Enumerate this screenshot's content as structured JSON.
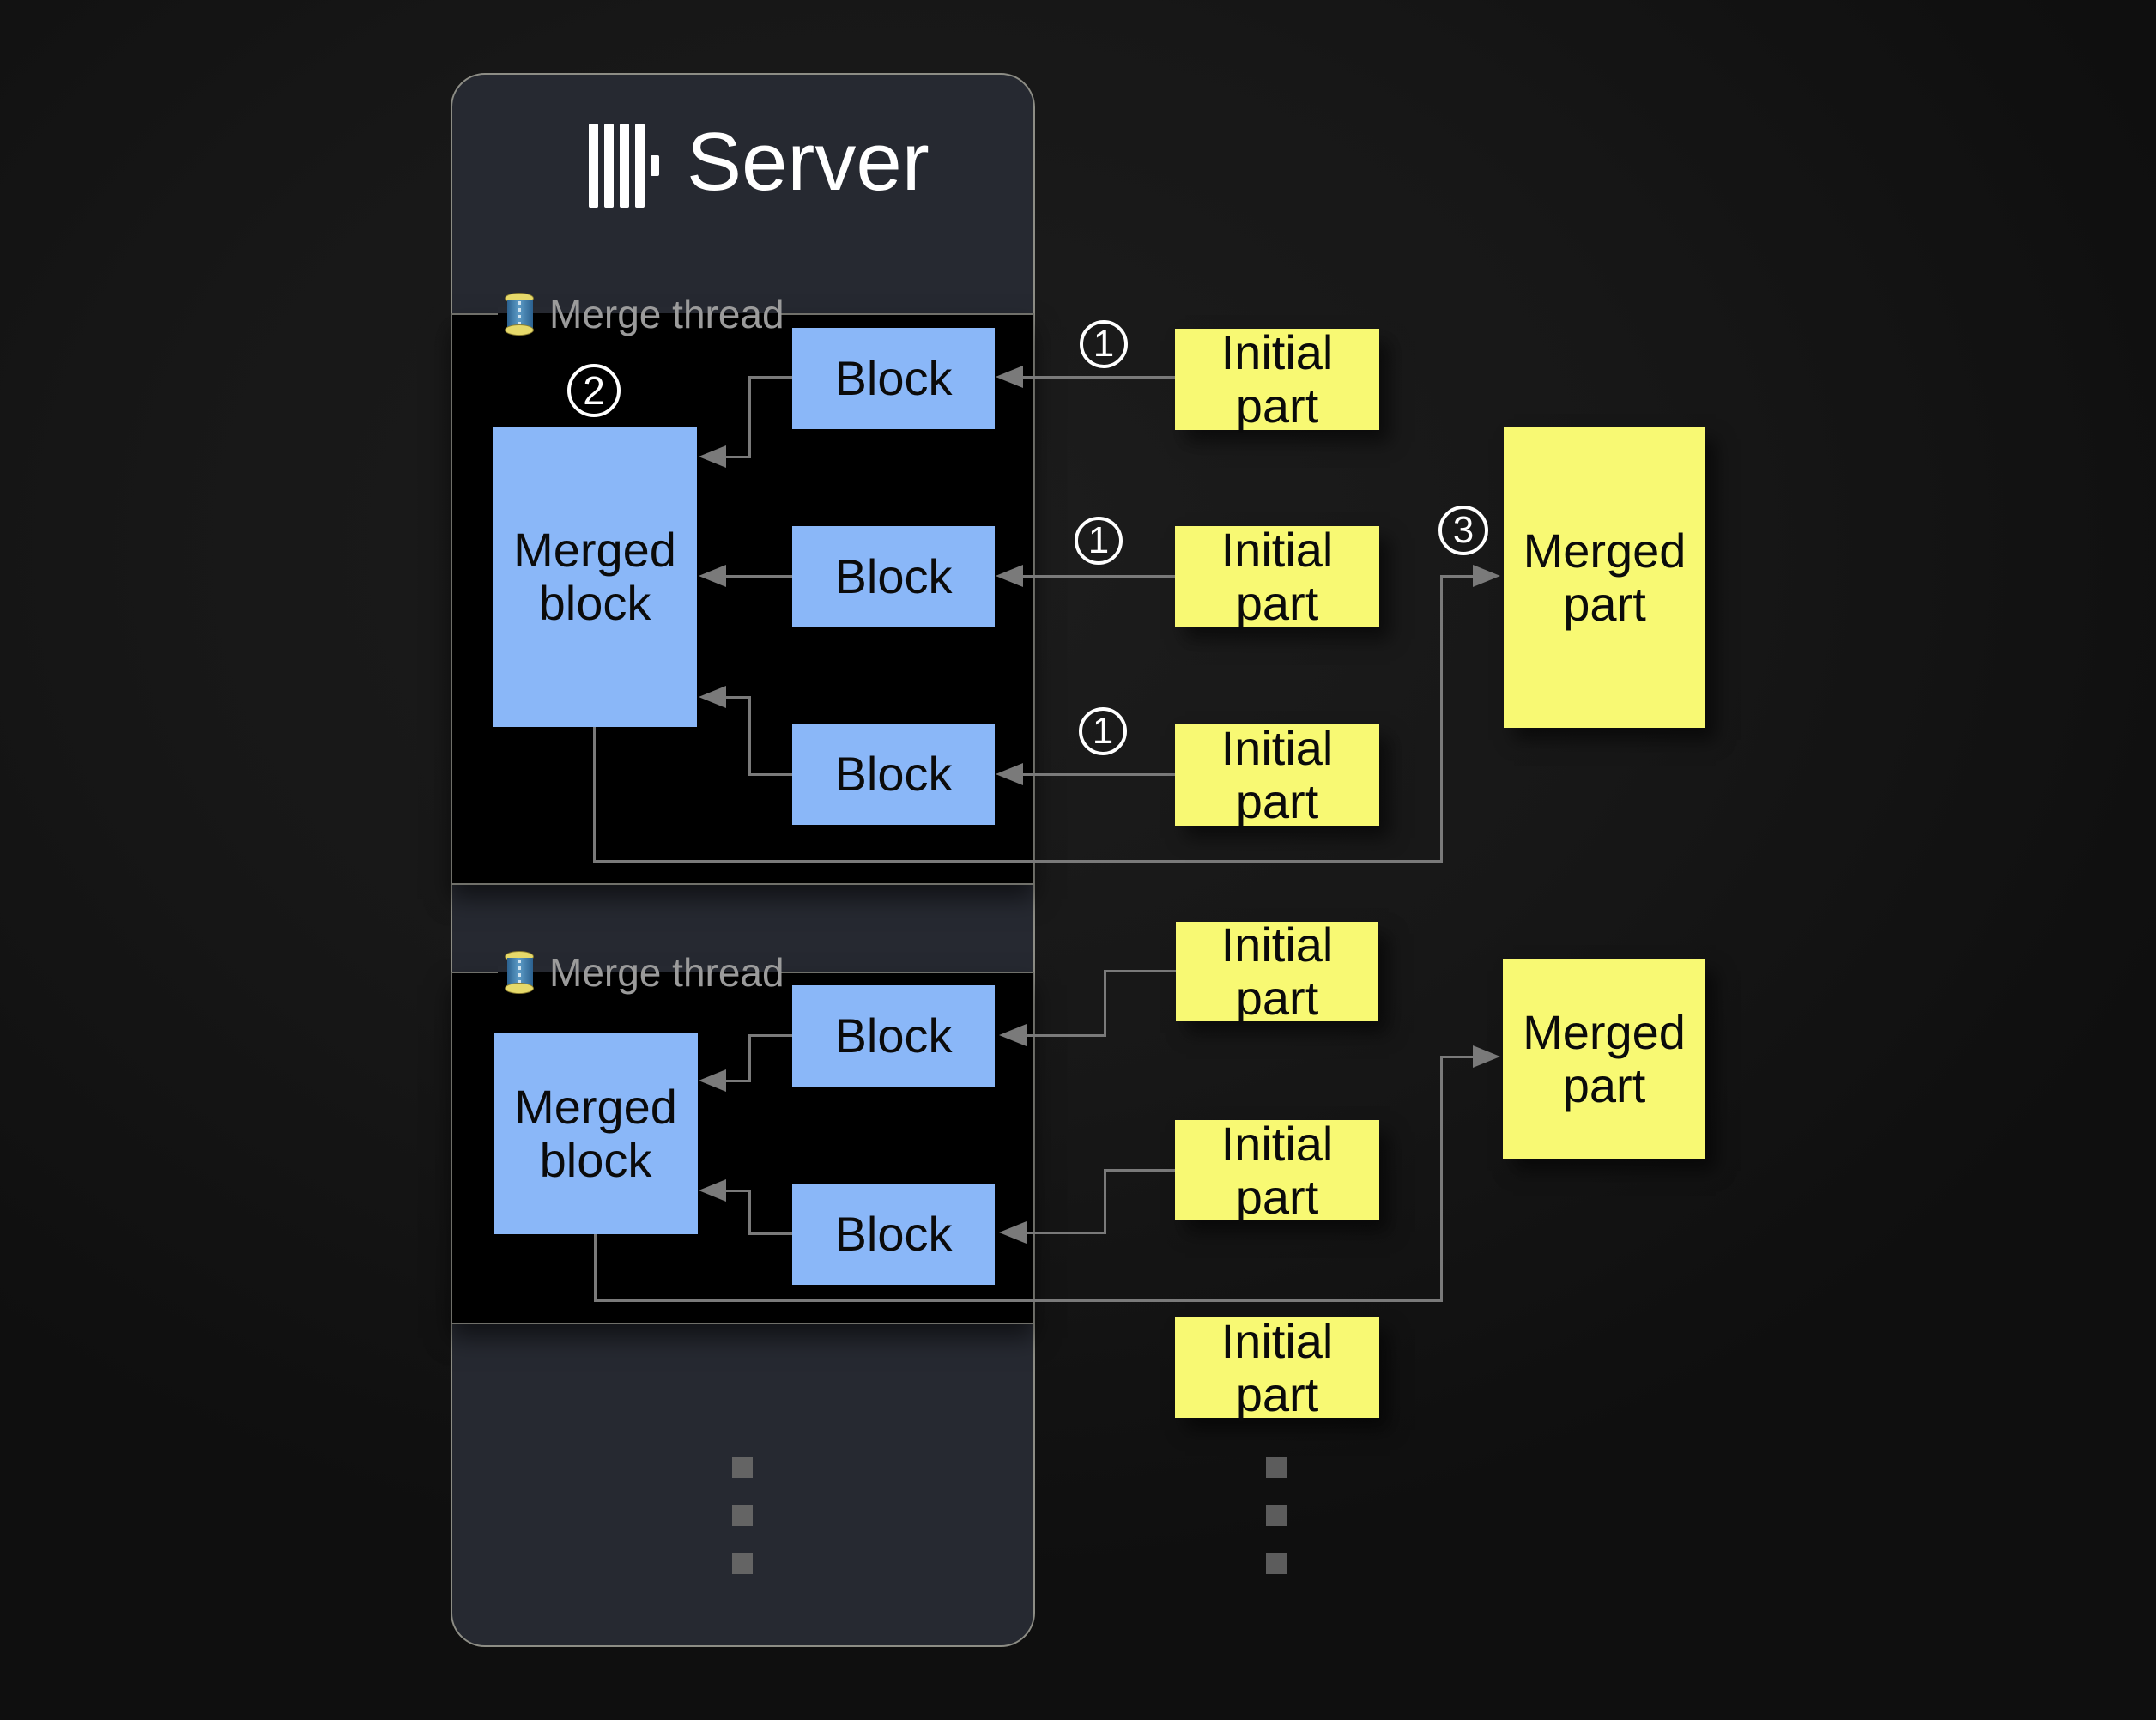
{
  "title": {
    "text": "Server"
  },
  "threads": [
    {
      "label": "Merge thread"
    },
    {
      "label": "Merge thread"
    }
  ],
  "labels": {
    "block": "Block",
    "merged_block": "Merged block",
    "initial_part": "Initial part",
    "merged_part": "Merged part"
  },
  "steps": {
    "one": "1",
    "two": "2",
    "three": "3"
  },
  "icons": {
    "logo": "clickhouse-bars-logo",
    "thread": "thread-spool-icon"
  },
  "colors": {
    "background": "#171717",
    "panel_fill": "#262931",
    "panel_border": "#8d8d85",
    "thread_box_fill": "#000000",
    "thread_box_border": "#70706a",
    "block_fill": "#8ab7f8",
    "part_fill": "#f8f973",
    "arrow": "#7a7a7a",
    "label_gray": "#9b9b9b",
    "step_circle": "#ffffff",
    "text_on_boxes": "#0b0b0b",
    "title_text": "#ffffff"
  }
}
